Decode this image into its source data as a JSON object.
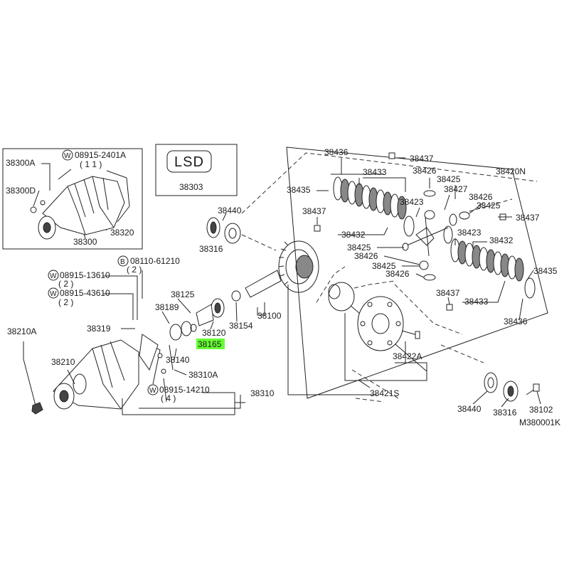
{
  "diagram": {
    "figure_code": "M380001K",
    "lsd_label": "LSD",
    "lsd_part": "38303",
    "highlighted_part": "38165",
    "highlight_color": "#66ff33",
    "labels": {
      "p38300A": "38300A",
      "w0891524": "08915-2401A",
      "qty11": "( 1 1 )",
      "p38300D": "38300D",
      "p38320": "38320",
      "p38300": "38300",
      "p38440a": "38440",
      "p38316a": "38316",
      "b0811061": "08110-61210",
      "qty2a": "( 2 )",
      "w0891513": "08915-13610",
      "qty2b": "( 2 )",
      "w0891543": "08915-43610",
      "qty2c": "( 2 )",
      "p38125": "38125",
      "p38189": "38189",
      "p38319": "38319",
      "p38120": "38120",
      "p38154": "38154",
      "p38100": "38100",
      "p38210A": "38210A",
      "p38210": "38210",
      "p38140": "38140",
      "p38310A": "38310A",
      "w0891514": "08915-14210",
      "qty4": "( 4 )",
      "p38310": "38310",
      "p38436a": "38436",
      "p38437a": "38437",
      "p38433a": "38433",
      "p38426a": "38426",
      "p38425a": "38425",
      "p38420N": "38420N",
      "p38435a": "38435",
      "p38423a": "38423",
      "p38427": "38427",
      "p38426b": "38426",
      "p38437b": "38437",
      "p38425b": "38425",
      "p38437c": "38437",
      "p38432a": "38432",
      "p38423b": "38423",
      "p38425c": "38425",
      "p38426c": "38426",
      "p38432b": "38432",
      "p38425d": "38425",
      "p38435b": "38435",
      "p38426d": "38426",
      "p38437d": "38437",
      "p38433b": "38433",
      "p38436b": "38436",
      "p38422A": "38422A",
      "p38421S": "38421S",
      "p38440b": "38440",
      "p38316b": "38316",
      "p38102": "38102"
    },
    "circle_letters": {
      "w": "W",
      "b": "B"
    }
  }
}
